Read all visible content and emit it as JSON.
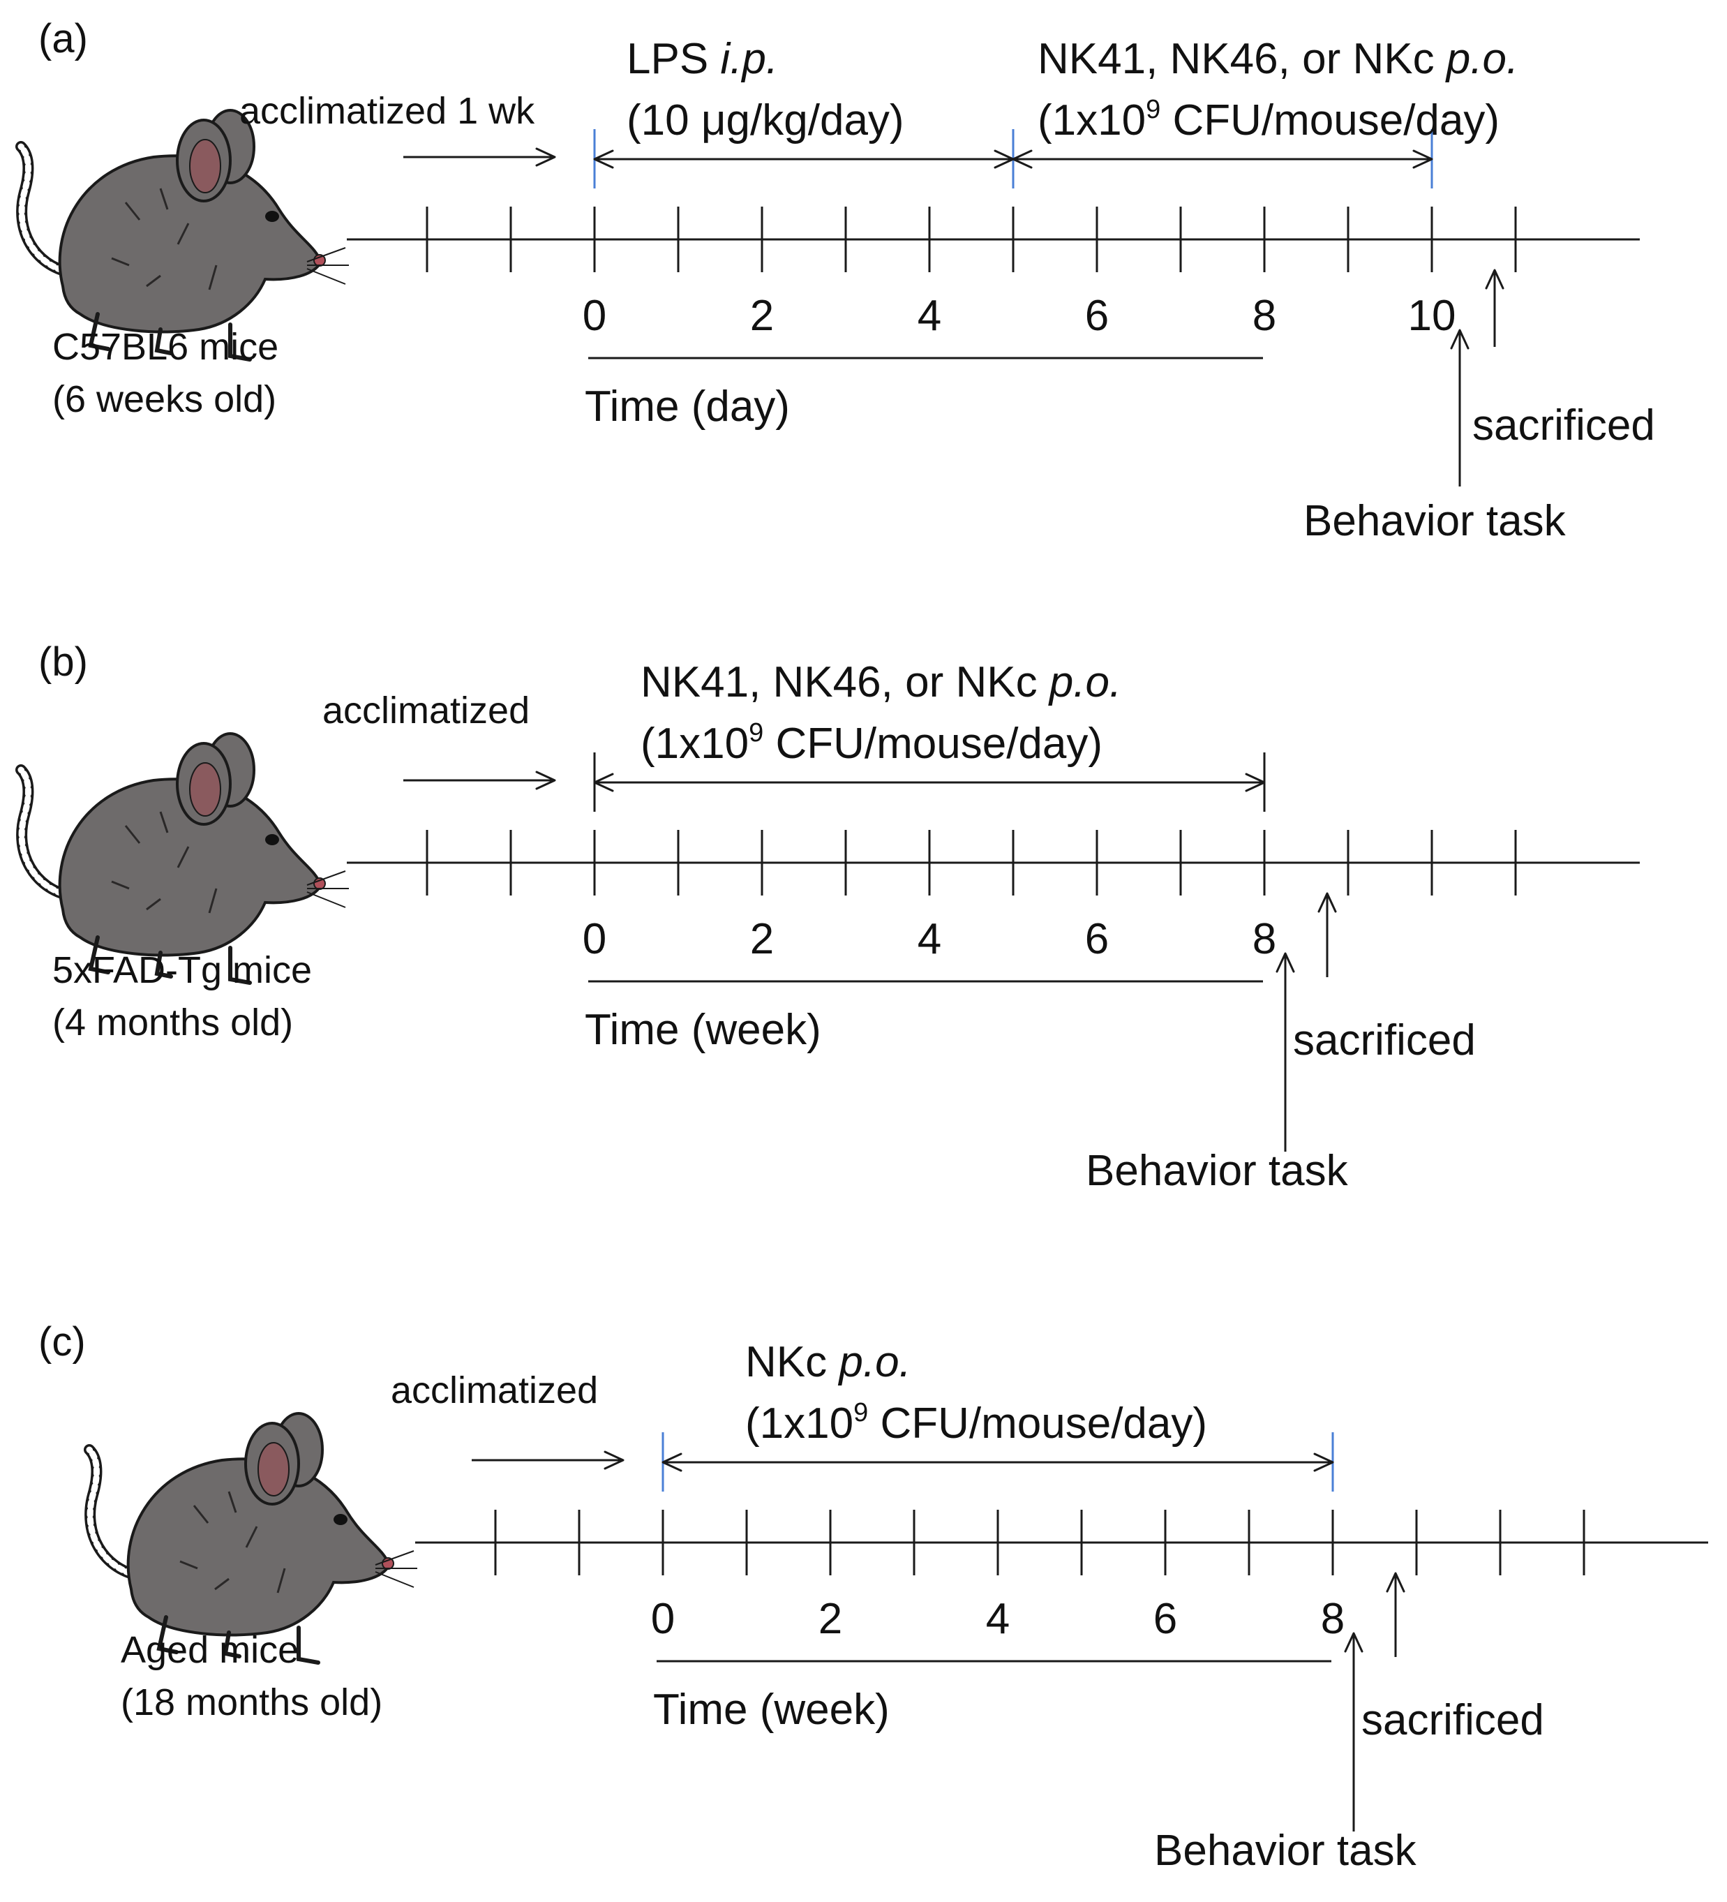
{
  "panels": [
    {
      "label": "(a)",
      "mouse_caption": [
        "C57BL6 mice",
        "(6 weeks old)"
      ],
      "acclimatized": "acclimatized 1 wk",
      "treatment1": {
        "title": "LPS",
        "title_italic": "i.p.",
        "dose": "(10 μg/kg/day)"
      },
      "treatment2": {
        "title": "NK41, NK46, or NKc",
        "title_italic": "p.o.",
        "dose_prefix": "(1x10",
        "dose_sup": "9",
        "dose_suffix": " CFU/mouse/day)"
      },
      "tick_labels": [
        "0",
        "2",
        "4",
        "6",
        "8",
        "10"
      ],
      "axis_label": "Time (day)",
      "sacrificed": "sacrificed",
      "behavior": "Behavior task"
    },
    {
      "label": "(b)",
      "mouse_caption": [
        "5xFAD-Tg mice",
        "(4 months old)"
      ],
      "acclimatized": "acclimatized",
      "treatment1": {
        "title": "NK41, NK46, or NKc",
        "title_italic": "p.o.",
        "dose_prefix": "(1x10",
        "dose_sup": "9",
        "dose_suffix": " CFU/mouse/day)"
      },
      "tick_labels": [
        "0",
        "2",
        "4",
        "6",
        "8"
      ],
      "axis_label": "Time (week)",
      "sacrificed": "sacrificed",
      "behavior": "Behavior task"
    },
    {
      "label": "(c)",
      "mouse_caption": [
        "Aged mice",
        "(18 months old)"
      ],
      "acclimatized": "acclimatized",
      "treatment1": {
        "title": "NKc",
        "title_italic": "p.o.",
        "dose_prefix": "(1x10",
        "dose_sup": "9",
        "dose_suffix": " CFU/mouse/day)"
      },
      "tick_labels": [
        "0",
        "2",
        "4",
        "6",
        "8"
      ],
      "axis_label": "Time (week)",
      "sacrificed": "sacrificed",
      "behavior": "Behavior task"
    }
  ],
  "colors": {
    "line": "#1a1a1a",
    "marker": "#4a7fd6",
    "mouse_body": "#6e6b6b",
    "mouse_dark": "#3a3838",
    "ear_inner": "#8a5a5e"
  }
}
